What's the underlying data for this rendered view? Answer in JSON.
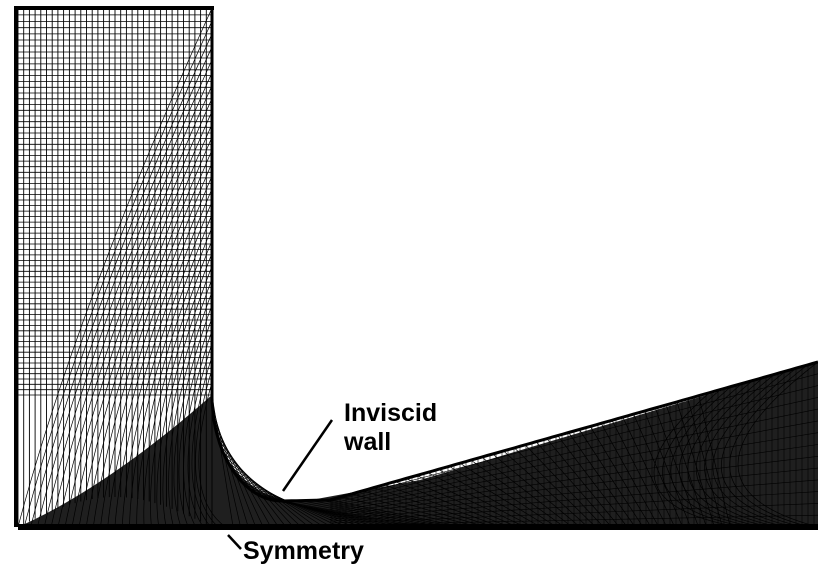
{
  "figure": {
    "label_inviscid": "Inviscid",
    "label_wall": "wall",
    "label_symmetry": "Symmetry",
    "mesh_color": "#000000",
    "background_color": "#ffffff"
  }
}
